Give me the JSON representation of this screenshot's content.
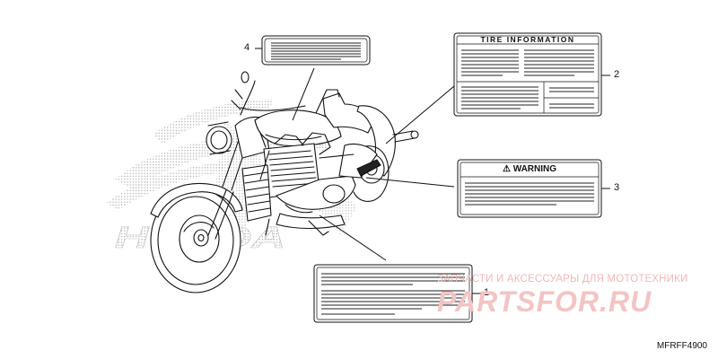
{
  "diagram": {
    "callouts": [
      "1",
      "2",
      "3",
      "4"
    ],
    "tire_label_title": "TIRE INFORMATION",
    "warning_label_title": "WARNING",
    "warning_symbol": "⚠",
    "brand_background": "HONDA",
    "part_code": "MFRFF4900"
  },
  "watermark": {
    "text": "ЗАПЧАСТИ И АКСЕССУАРЫ ДЛЯ МОТОТЕХНИКИ",
    "logo": "PARTSFOR.RU",
    "color": "#f1b7b7"
  },
  "colors": {
    "line": "#111111",
    "dots": "#bbbbbb"
  }
}
